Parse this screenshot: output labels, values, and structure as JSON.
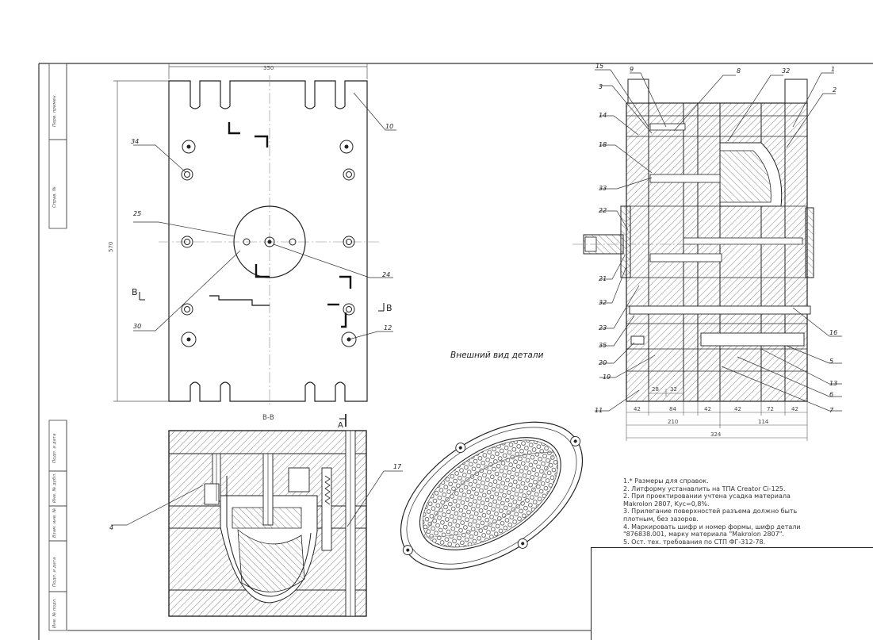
{
  "drawing": {
    "caption": "Внешний вид детали",
    "section_label": "В-В",
    "section_mark": "В",
    "cut_mark": "А",
    "dims_plan": {
      "width": "350",
      "height": "570"
    },
    "dims_section": {
      "row1": [
        "28",
        "32"
      ],
      "row2": [
        "42",
        "84",
        "42",
        "42",
        "72",
        "42"
      ],
      "row3": [
        "210",
        "114"
      ],
      "row4": [
        "324"
      ]
    },
    "callouts_plan": [
      "34",
      "10",
      "25",
      "24",
      "30",
      "12"
    ],
    "callouts_section": [
      "15",
      "9",
      "8",
      "32",
      "1",
      "2",
      "3",
      "14",
      "18",
      "33",
      "22",
      "21",
      "32",
      "23",
      "35",
      "20",
      "19",
      "11",
      "16",
      "5",
      "13",
      "6",
      "7"
    ],
    "callouts_bb": [
      "4",
      "17"
    ]
  },
  "stamp_labels": [
    "Перв. примен.",
    "Справ. №",
    "Подп. и дата",
    "Инв. № дубл.",
    "Взам. инв. №",
    "Подп. и дата",
    "Инв. № подл."
  ],
  "notes": [
    "1.* Размеры для справок.",
    "2. Литформу устанавлить на ТПА Creator Ci-125.",
    "2. При проектировании учтена усадка материала Makrolon 2807, Kус=0,8%.",
    "3. Прилегание поверхностей разъема должно быть плотным, без зазоров.",
    "4. Маркировать шифр и номер формы, шифр детали \"876838.001, марку материала \"Makrolon 2807\".",
    "5. Ост. тех. требования по СТП ФГ-312-78."
  ]
}
